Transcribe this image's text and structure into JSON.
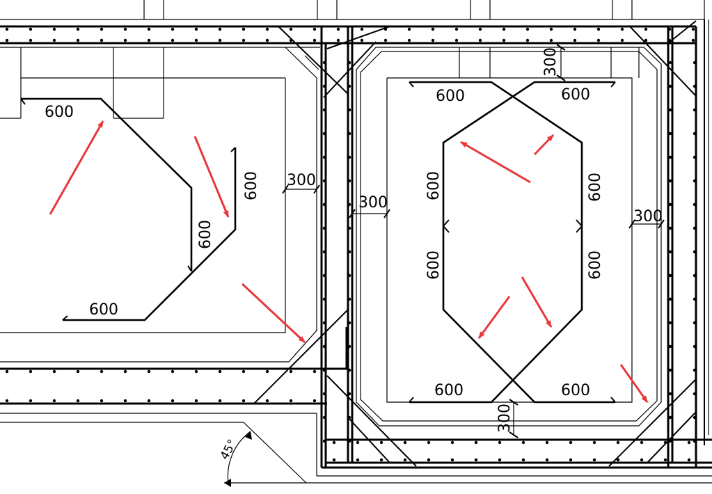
{
  "diagram": {
    "colors": {
      "line": "#000000",
      "arrow": "#e8373a",
      "background": "#ffffff"
    },
    "left_pit": {
      "bar_labels": [
        "600",
        "600",
        "600",
        "600"
      ],
      "dim_300": "300"
    },
    "right_pit": {
      "top_labels": [
        "600",
        "600"
      ],
      "bottom_labels": [
        "600",
        "600"
      ],
      "left_labels": [
        "600",
        "600"
      ],
      "right_labels": [
        "600",
        "600"
      ],
      "dim_top": "300",
      "dim_bottom": "300",
      "dim_left": "300",
      "dim_right": "300"
    },
    "angle_label": "45°"
  }
}
